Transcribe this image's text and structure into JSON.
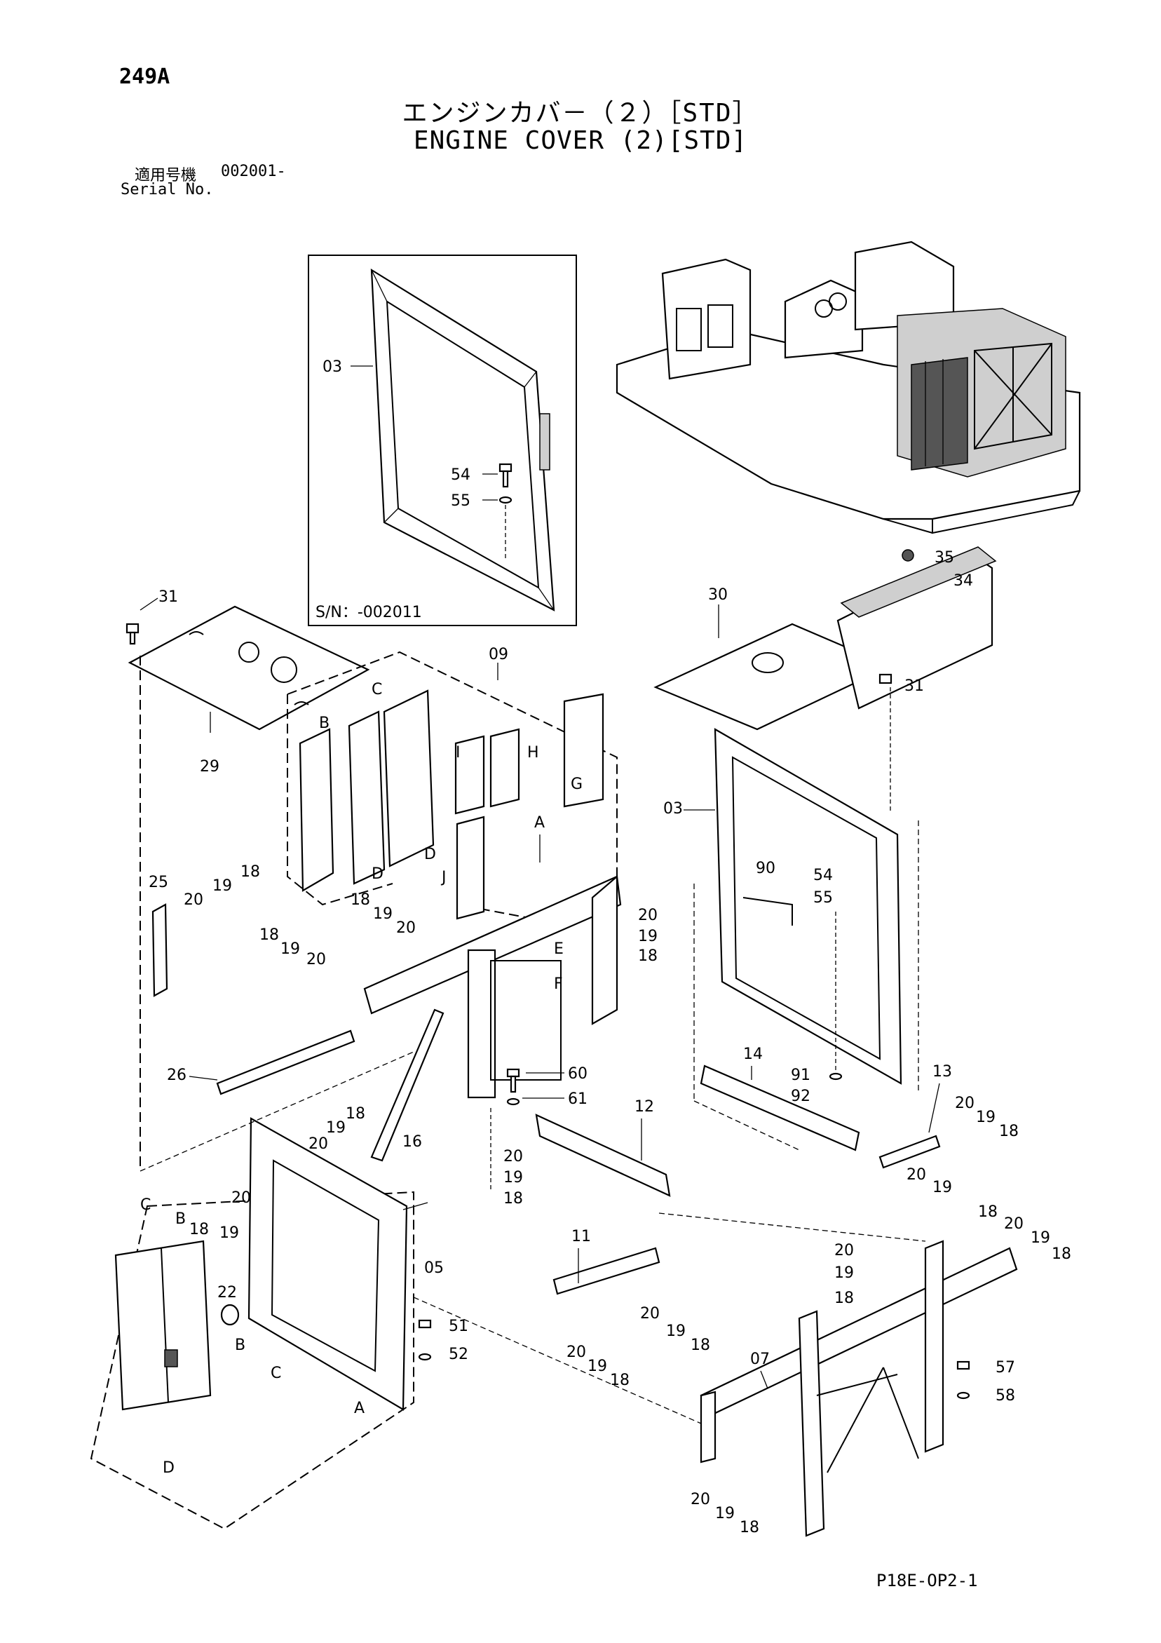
{
  "page": {
    "number": "249A",
    "title_ja": "エンジンカバ－（２）［STD］",
    "title_en": "ENGINE COVER (2)[STD]",
    "serial_label_ja": "適用号機",
    "serial_value": "002001-",
    "serial_label_en": "Serial No.",
    "inset_serial": "S/N：-002011",
    "drawing_code": "P18E-OP2-1"
  },
  "callouts": [
    "31",
    "29",
    "09",
    "B",
    "C",
    "I",
    "H",
    "G",
    "D",
    "J",
    "A",
    "25",
    "20",
    "19",
    "18",
    "E",
    "F",
    "26",
    "16",
    "60",
    "61",
    "12",
    "22",
    "05",
    "51",
    "52",
    "07",
    "11",
    "14",
    "13",
    "91",
    "92",
    "90",
    "55",
    "54",
    "03",
    "30",
    "34",
    "35",
    "57",
    "58"
  ]
}
